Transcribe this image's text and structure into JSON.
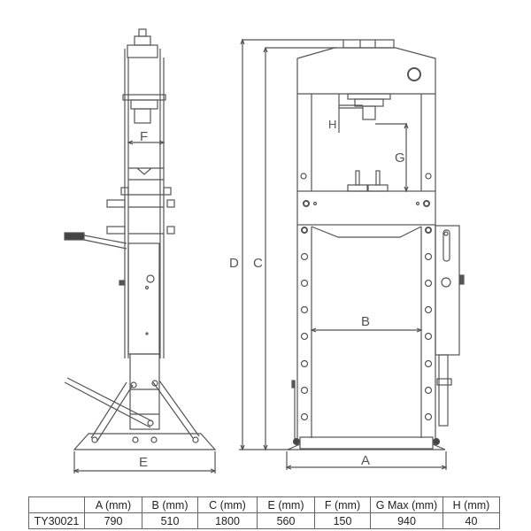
{
  "diagram": {
    "title": "Hydraulic shop press dimension drawing",
    "views": [
      "side-view",
      "front-view"
    ],
    "dimension_labels": {
      "A": "A",
      "B": "B",
      "C": "C",
      "D": "D",
      "E": "E",
      "F": "F",
      "G": "G",
      "H": "H"
    }
  },
  "table": {
    "headers": [
      "",
      "A (mm)",
      "B (mm)",
      "C (mm)",
      "E (mm)",
      "F (mm)",
      "G Max (mm)",
      "H (mm)"
    ],
    "rows": [
      [
        "TY30021",
        "790",
        "510",
        "1800",
        "560",
        "150",
        "940",
        "40"
      ]
    ]
  }
}
